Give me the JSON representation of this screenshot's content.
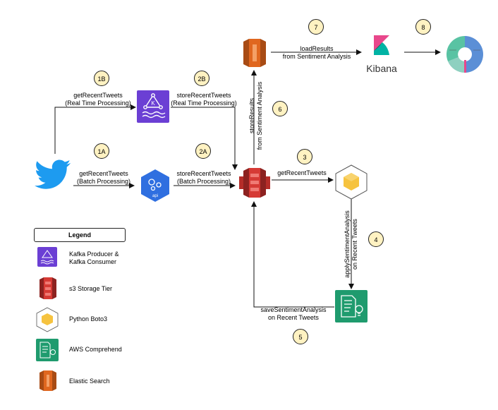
{
  "steps": {
    "s1a": "1A",
    "s1b": "1B",
    "s2a": "2A",
    "s2b": "2B",
    "s3": "3",
    "s4": "4",
    "s5": "5",
    "s6": "6",
    "s7": "7",
    "s8": "8"
  },
  "edges": {
    "twitter_kafka": [
      "getRecentTweets",
      "(Real Time Processing)"
    ],
    "twitter_api": [
      "getRecentTweets",
      "(Batch Processing)"
    ],
    "kafka_s3": [
      "storeRecentTweets",
      "(Real Time Processing)"
    ],
    "api_s3": [
      "storeRecentTweets",
      "(Batch Processing)"
    ],
    "s3_boto": [
      "getRecentTweets"
    ],
    "boto_comprehend": [
      "applySentimentAnalysis",
      "on Recent Tweets"
    ],
    "comprehend_s3": [
      "saveSentimentAnalysis",
      "on Recent Tweets"
    ],
    "s3_elastic": [
      "storeResults",
      "from Sentiment Analysis"
    ],
    "elastic_kibana": [
      "loadResults",
      "from Sentiment Analysis"
    ]
  },
  "kibana_text": "Kibana",
  "api_icon_text": "api",
  "legend": {
    "title": "Legend",
    "items": [
      "Kafka Producer &",
      "Kafka Consumer",
      "s3 Storage Tier",
      "Python Boto3",
      "AWS Comprehend",
      "Elastic Search"
    ]
  },
  "colors": {
    "kafka": "#6b3fd4",
    "s3": "#d63a35",
    "boto": "#f6c33f",
    "comprehend": "#1f9b6e",
    "elastic": "#e0671f",
    "twitter": "#1d9bf0",
    "api": "#2f6fe0",
    "step_fill": "#fff2c2"
  }
}
